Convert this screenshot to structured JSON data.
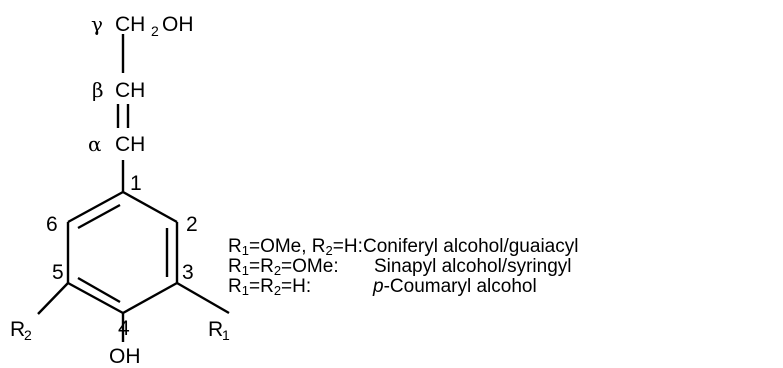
{
  "diagram": {
    "atoms": {
      "gamma_symbol": "γ",
      "gamma_group": "CH",
      "gamma_sub": "2",
      "gamma_tail": "OH",
      "beta_symbol": "β",
      "beta_group": "CH",
      "alpha_symbol": "α",
      "alpha_group": "CH",
      "hydroxyl": "OH",
      "r1_base": "R",
      "r1_sub": "1",
      "r2_base": "R",
      "r2_sub": "2"
    },
    "ring_positions": [
      "1",
      "2",
      "3",
      "4",
      "5",
      "6"
    ],
    "legend": [
      {
        "r1": "R",
        "r1_sub": "1",
        "r1_eq": "=OMe, ",
        "r2": "R",
        "r2_sub": "2",
        "r2_eq": "=H:",
        "name": "Coniferyl alcohol/guaiacyl"
      },
      {
        "r1": "R",
        "r1_sub": "1",
        "r1_eq": "=",
        "r2": "R",
        "r2_sub": "2",
        "r2_eq": "=OMe:",
        "name": "Sinapyl alcohol/syringyl"
      },
      {
        "r1": "R",
        "r1_sub": "1",
        "r1_eq": "=",
        "r2": "R",
        "r2_sub": "2",
        "r2_eq": "=H:",
        "name_italic": "p",
        "name": "-Coumaryl alcohol"
      }
    ]
  }
}
